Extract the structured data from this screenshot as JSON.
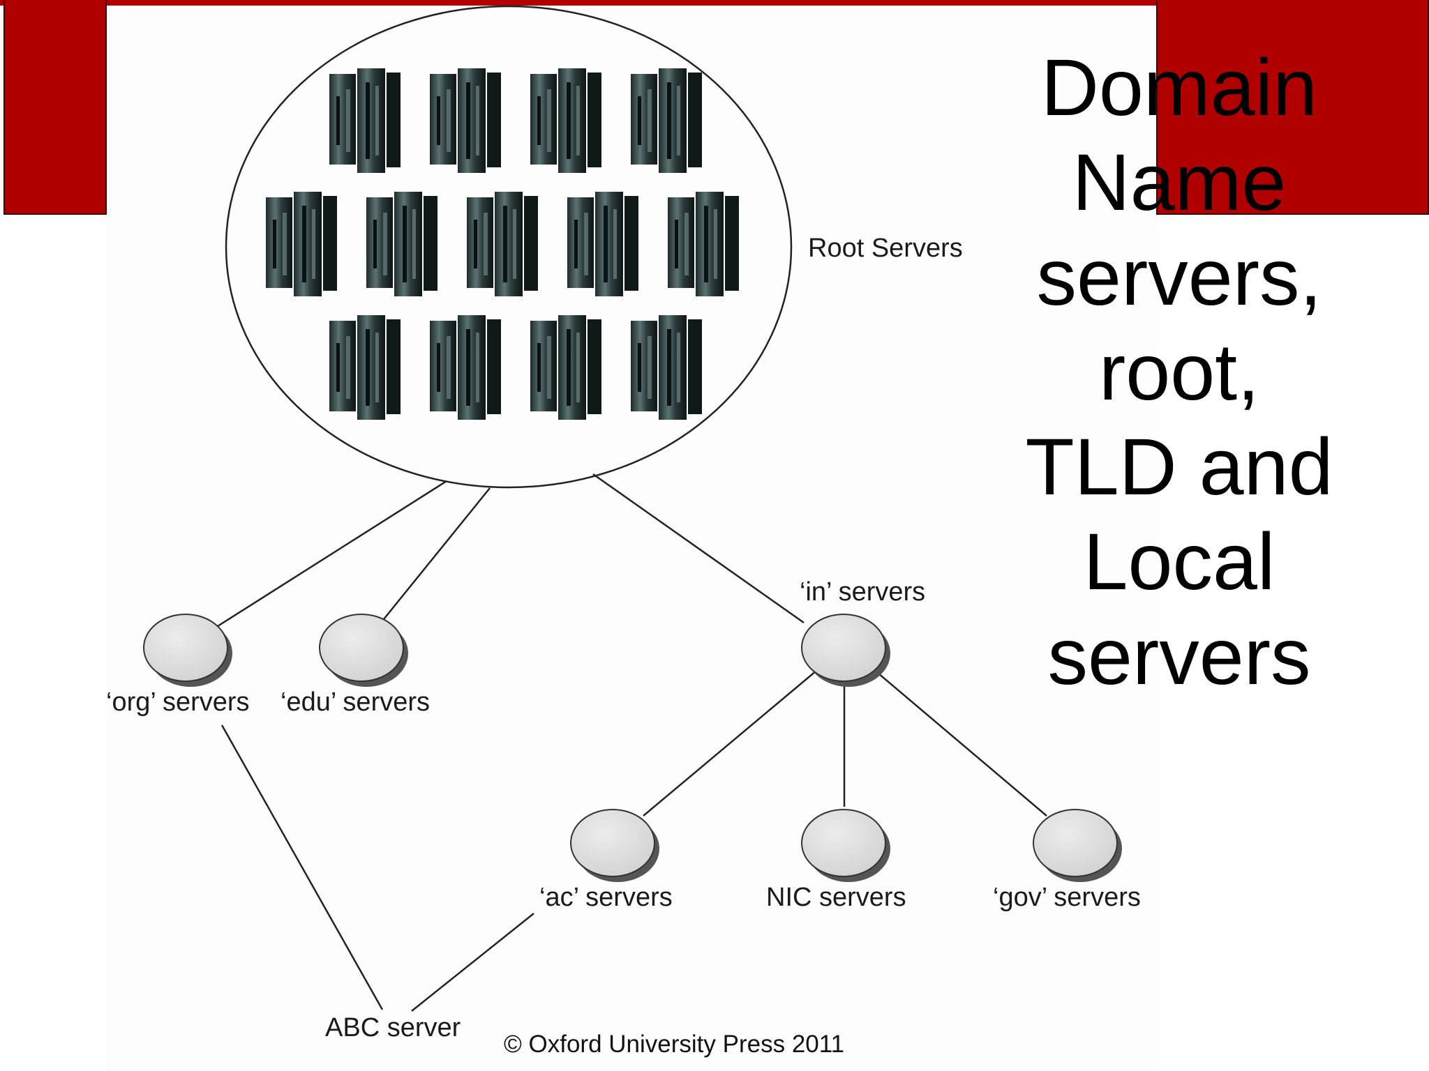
{
  "title_lines": [
    "Domain",
    "Name",
    "servers,",
    "root,",
    "TLD and",
    "Local",
    "servers"
  ],
  "labels": {
    "root": "Root Servers",
    "in": "‘in’ servers",
    "org": "‘org’ servers",
    "edu": "‘edu’ servers",
    "ac": "‘ac’ servers",
    "nic": "NIC servers",
    "gov": "‘gov’ servers",
    "abc": "ABC server"
  },
  "footer": "© Oxford University Press 2011",
  "colors": {
    "accent": "#b00000",
    "node_fill": "#dddddd"
  },
  "root_server_icons": 13
}
